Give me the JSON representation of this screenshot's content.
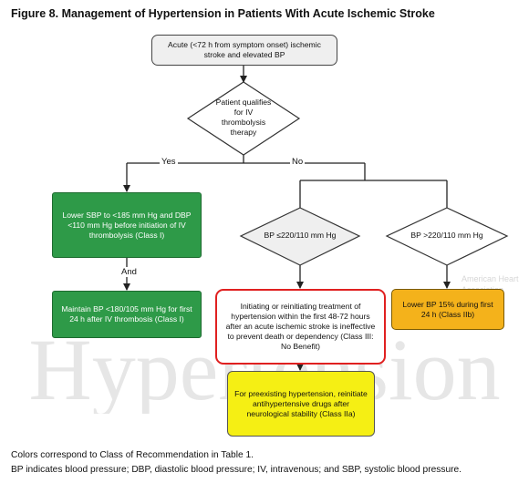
{
  "figure": {
    "title": "Figure 8. Management of Hypertension in Patients With Acute Ischemic Stroke",
    "watermark": "Hypertension",
    "logo_text": "American Heart Association"
  },
  "nodes": {
    "start": "Acute (<72 h from symptom onset) ischemic stroke and elevated BP",
    "decision": "Patient qualifies for IV thrombolysis therapy",
    "lower_sbp": "Lower SBP to <185 mm Hg and DBP <110 mm Hg before initiation of IV thrombolysis (Class I)",
    "maintain_bp": "Maintain BP <180/105 mm Hg for first 24 h after IV thrombosis (Class I)",
    "bp_low": "BP ≤220/110 mm Hg",
    "bp_high": "BP >220/110 mm Hg",
    "initiating": "Initiating or reinitiating treatment of hypertension within the first 48-72 hours after an acute ischemic stroke is ineffective to prevent death or dependency (Class III: No Benefit)",
    "lower_15": "Lower BP 15% during first 24 h (Class IIb)",
    "preexisting": "For preexisting hypertension, reinitiate antihypertensive drugs after neurological stability (Class IIa)"
  },
  "edges": {
    "yes": "Yes",
    "no": "No",
    "and": "And"
  },
  "footer": {
    "line1": "Colors correspond to Class of Recommendation in Table 1.",
    "line2": "BP indicates blood pressure; DBP, diastolic blood pressure; IV, intravenous; and SBP, systolic blood pressure."
  },
  "colors": {
    "class_I": "#2e9a48",
    "class_IIa": "#f5ef14",
    "class_IIb": "#f4b21b",
    "class_III_border": "#e02020"
  }
}
